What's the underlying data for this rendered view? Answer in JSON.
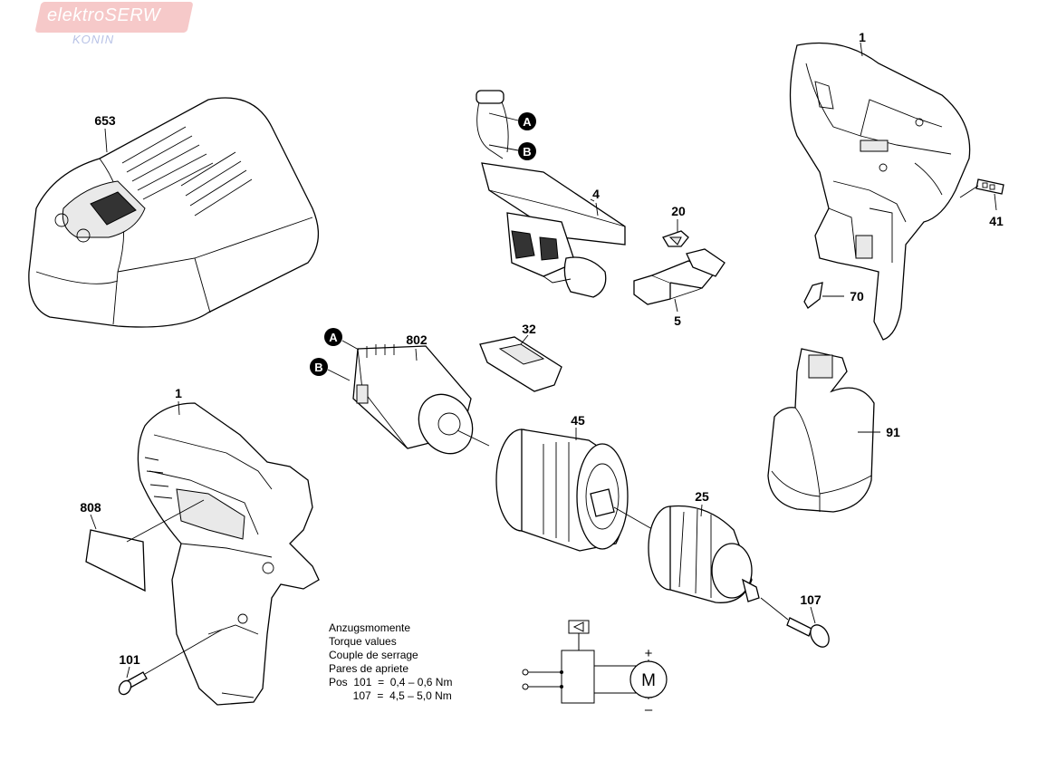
{
  "logo": {
    "brand": "elektroSERW",
    "sub": "KONIN"
  },
  "parts": {
    "p653": "653",
    "p1_top": "1",
    "p1_left": "1",
    "p4": "4",
    "p20": "20",
    "p5": "5",
    "p41": "41",
    "p70": "70",
    "p802": "802",
    "p32": "32",
    "p45": "45",
    "p91": "91",
    "p808": "808",
    "p25": "25",
    "p107": "107",
    "p101": "101"
  },
  "badges": {
    "a": "A",
    "b": "B"
  },
  "torque": {
    "line1": "Anzugsmomente",
    "line2": "Torque values",
    "line3": "Couple de serrage",
    "line4": "Pares de apriete",
    "pos_label": "Pos",
    "row1_pos": "101",
    "row1_eq": "=",
    "row1_val": "0,4 – 0,6 Nm",
    "row2_pos": "107",
    "row2_eq": "=",
    "row2_val": "4,5 – 5,0 Nm"
  },
  "circuit": {
    "motor": "M",
    "plus": "+",
    "minus": "–"
  }
}
